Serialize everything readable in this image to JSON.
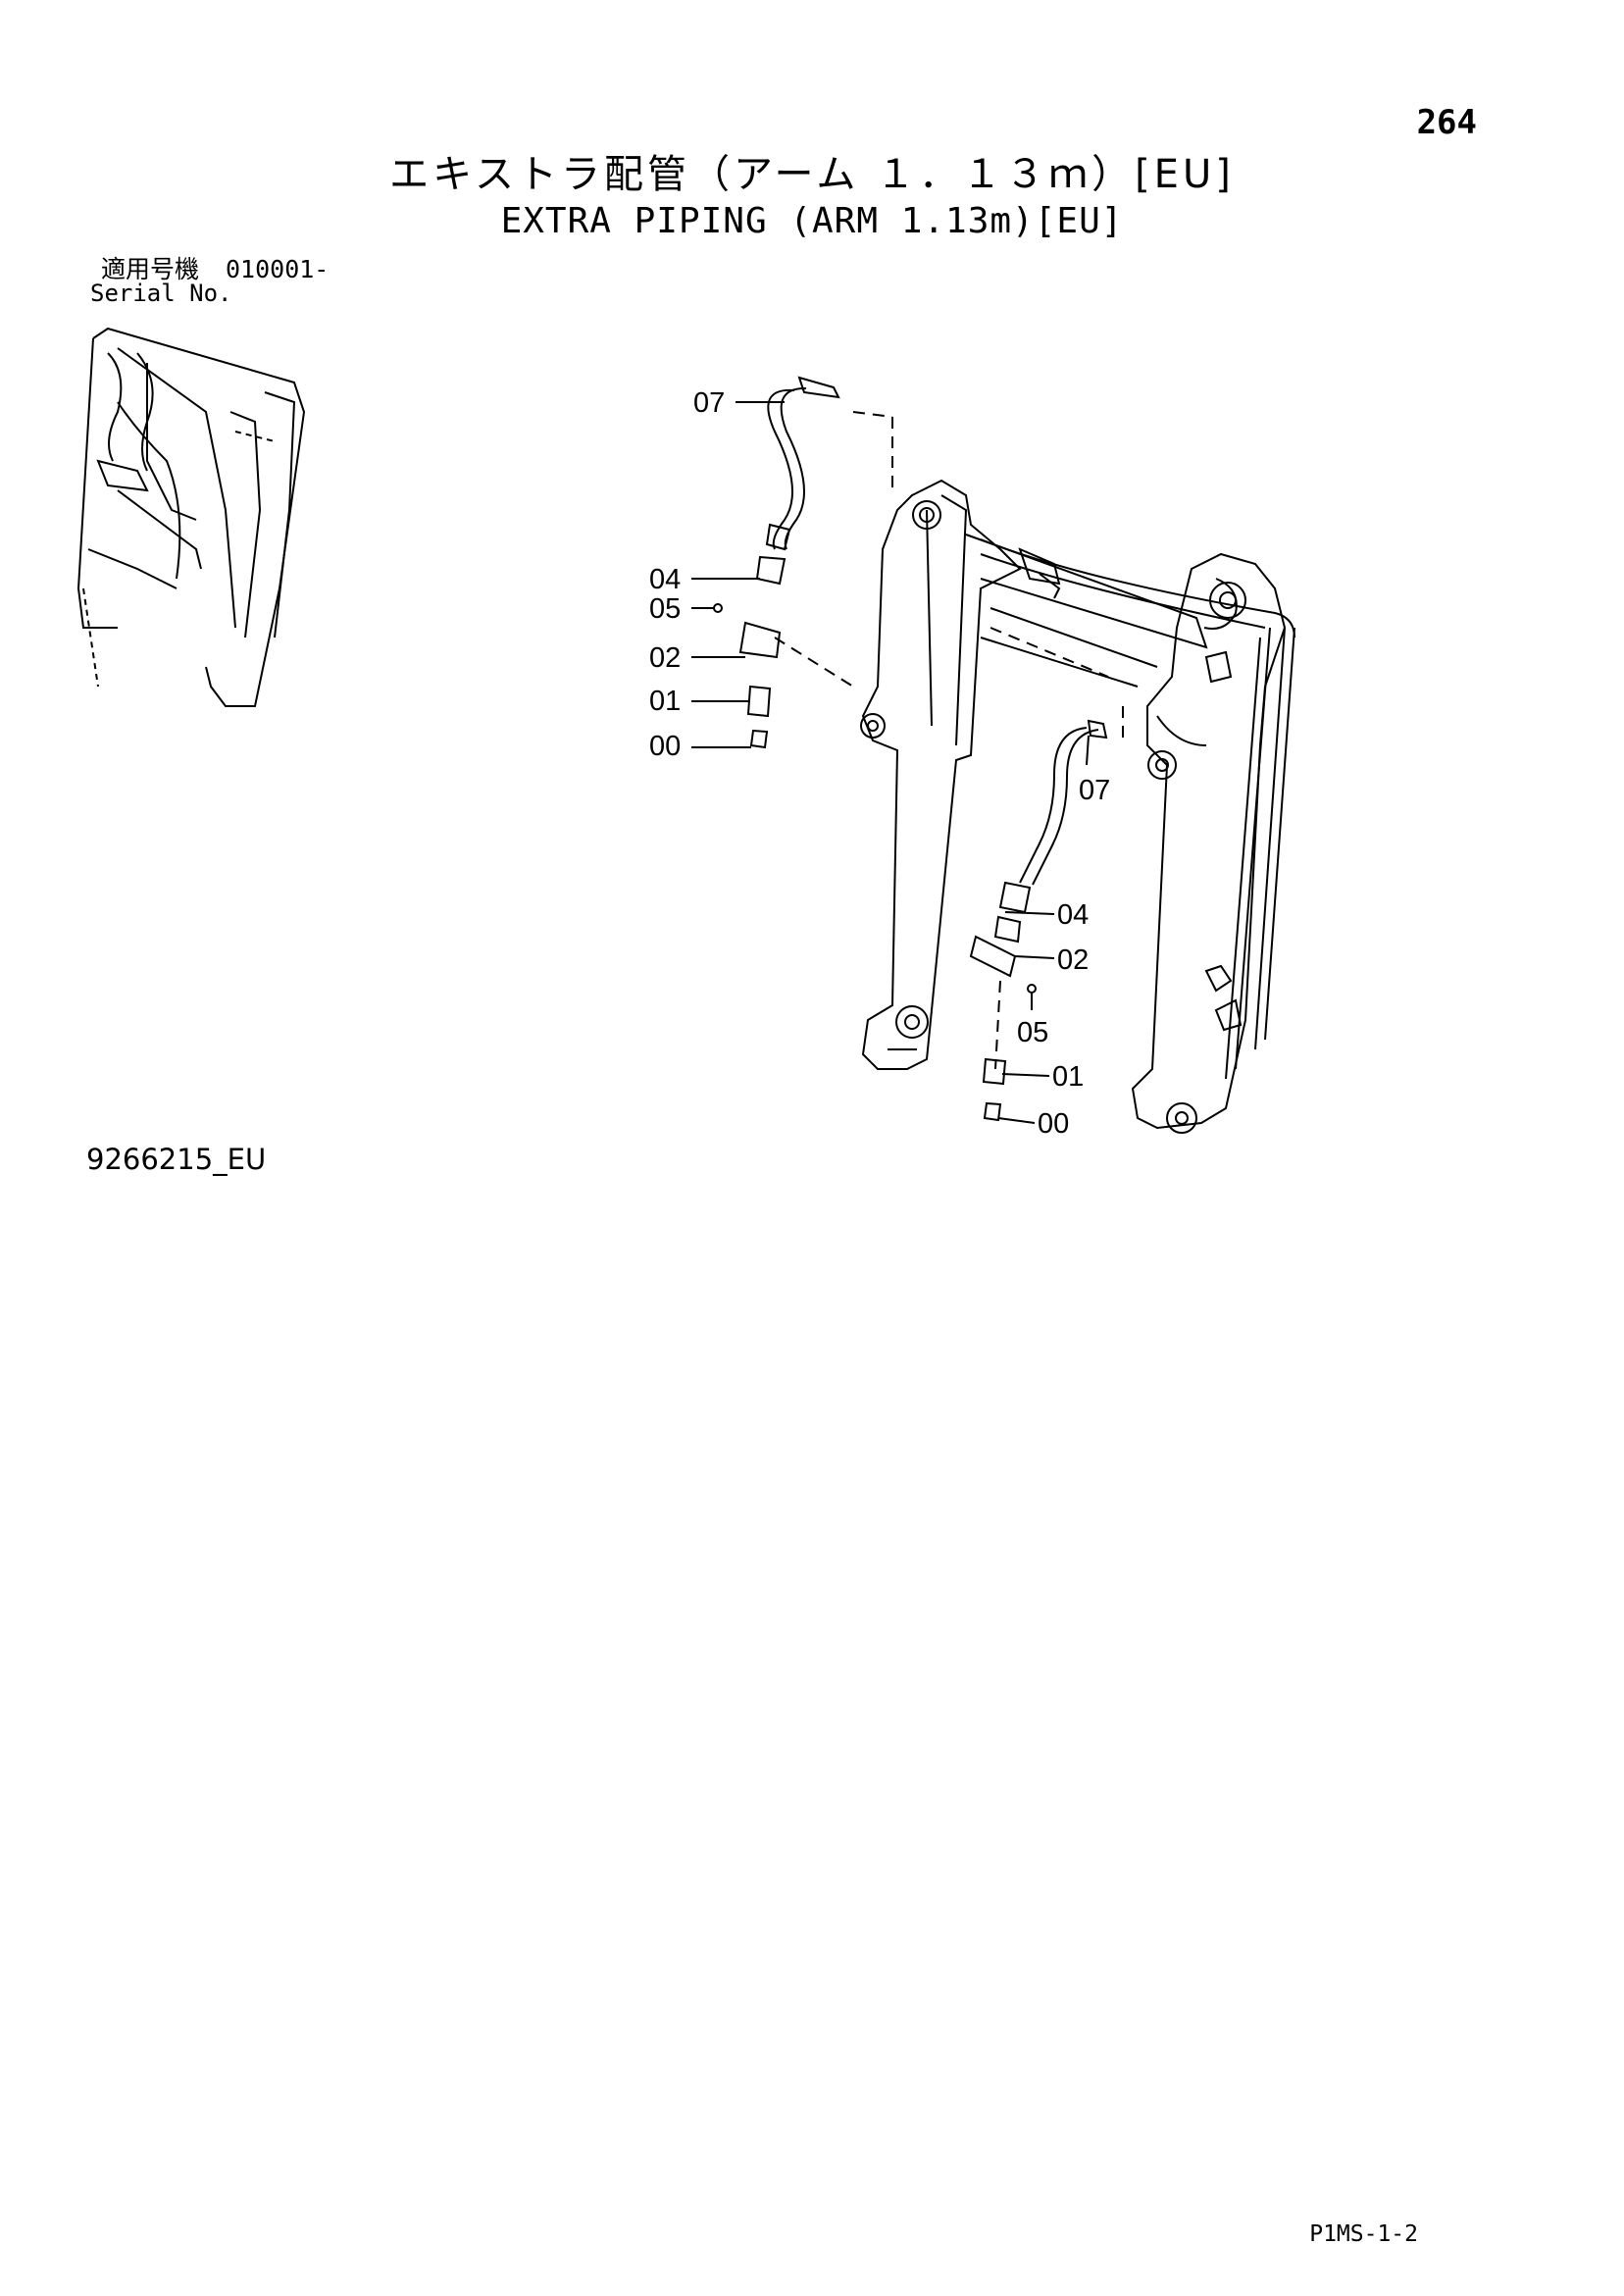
{
  "header": {
    "page_number": "264",
    "title_jp": "エキストラ配管（アーム １．１３ｍ）[EU]",
    "title_en": "EXTRA PIPING (ARM 1.13m)[EU]"
  },
  "serial": {
    "label_jp": "適用号機",
    "label_en": "Serial No.",
    "value": "010001-"
  },
  "callouts": {
    "left": [
      "07",
      "04",
      "05",
      "02",
      "01",
      "00"
    ],
    "right": [
      "07",
      "04",
      "02",
      "05",
      "01",
      "00"
    ]
  },
  "footer": {
    "drawing_id": "9266215_EU",
    "page_code": "P1MS-1-2"
  }
}
